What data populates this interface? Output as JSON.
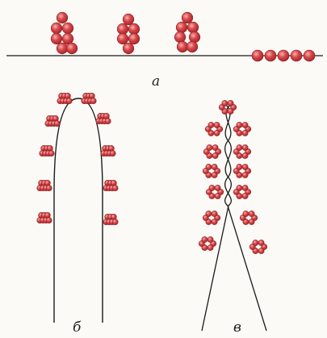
{
  "labels": {
    "panel_a": "а",
    "panel_b": "б",
    "panel_v": "в"
  },
  "colors": {
    "bead_fill": "#d9474b",
    "bead_stroke": "#8e1f22",
    "bead_highlight": "#f5b3b0",
    "line": "#1a1a1a",
    "background": "#fbfaf6"
  },
  "icons": {
    "bead": "red-bead-circle"
  }
}
